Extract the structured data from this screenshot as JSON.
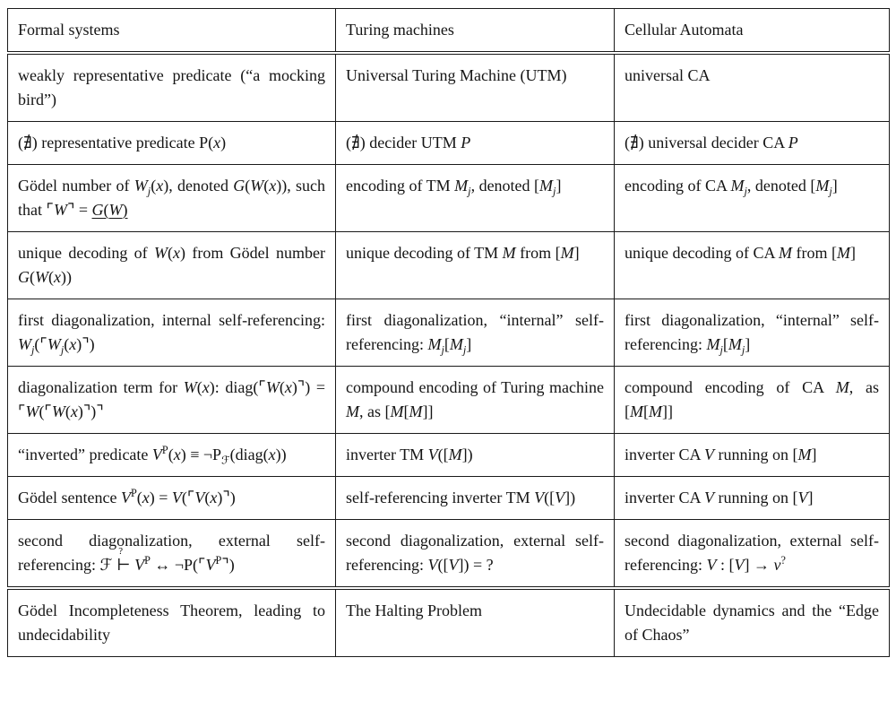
{
  "meta": {
    "background": "#ffffff",
    "text_color": "#141414",
    "border_color": "#1a1a1a"
  },
  "table": {
    "columns": [
      "Formal systems",
      "Turing machines",
      "Cellular Automata"
    ],
    "rows": [
      [
        "weakly representative predicate (“a mocking bird”)",
        "Universal Turing Machine (UTM)",
        "universal CA"
      ],
      [
        "(∄) representative predicate P(<i>x</i>)",
        "(∄) decider UTM <i>P</i>",
        "(∄) universal decider CA <i>P</i>"
      ],
      [
        "Gödel number of <i>W<sub>j</sub></i>(<i>x</i>), denoted <i>G</i>(<i>W</i>(<i>x</i>)), such that ⌜<i>W</i>⌝ = <u><i>G</i>(<i>W</i>)</u>",
        "encoding of TM <i>M<sub>j</sub></i>, denoted [<i>M<sub>j</sub></i>]",
        "encoding of CA <i>M<sub>j</sub></i>, denoted [<i>M<sub>j</sub></i>]"
      ],
      [
        "unique decoding of <i>W</i>(<i>x</i>) from Gödel number <i>G</i>(<i>W</i>(<i>x</i>))",
        "unique decoding of TM <i>M</i> from [<i>M</i>]",
        "unique decoding of CA <i>M</i> from [<i>M</i>]"
      ],
      [
        "first diagonalization, internal self-referencing: <i>W<sub>j</sub></i>(⌜<i>W<sub>j</sub></i>(<i>x</i>)⌝)",
        "first diagonalization, “internal” self-referencing: <i>M<sub>j</sub></i>[<i>M<sub>j</sub></i>]",
        "first diagonalization, “internal” self-referencing: <i>M<sub>j</sub></i>[<i>M<sub>j</sub></i>]"
      ],
      [
        "diagonalization term for <i>W</i>(<i>x</i>): diag(⌜<i>W</i>(<i>x</i>)⌝) = ⌜<i>W</i>(⌜<i>W</i>(<i>x</i>)⌝)⌝",
        "compound encoding of Turing machine <i>M</i>, as [<i>M</i>[<i>M</i>]]",
        "compound encoding of CA <i>M</i>, as [<i>M</i>[<i>M</i>]]"
      ],
      [
        "“inverted” predicate <i>V</i><sup>P</sup>(<i>x</i>) ≡ ¬P<sub>ℱ</sub>(diag(<i>x</i>))",
        "inverter TM <i>V</i>([<i>M</i>])",
        "inverter CA <i>V</i> running on [<i>M</i>]"
      ],
      [
        "Gödel sentence <i>V</i><sup>P</sup>(<i>x</i>) = <i>V</i>(⌜<i>V</i>(<i>x</i>)⌝)",
        "self-referencing inverter TM <i>V</i>([<i>V</i>])",
        "inverter CA <i>V</i> running on [<i>V</i>]"
      ],
      [
        "second diagonalization, external self-referencing: ℱ <span class='vd'>⊢<span class='q'>?</span></span> <i>V</i><sup>P</sup> ↔ ¬P(⌜<i>V</i><sup>P</sup>⌝)",
        "second diagonalization, external self-referencing: <i>V</i>([<i>V</i>]) = ?",
        "second diagonalization, external self-referencing: <i>V</i> : [<i>V</i>] → <i>v</i><sup>?</sup>"
      ],
      [
        "Gödel Incompleteness Theorem, leading to undecidability",
        "The Halting Problem",
        "Undecidable dynamics and the “Edge of Chaos”"
      ]
    ]
  }
}
